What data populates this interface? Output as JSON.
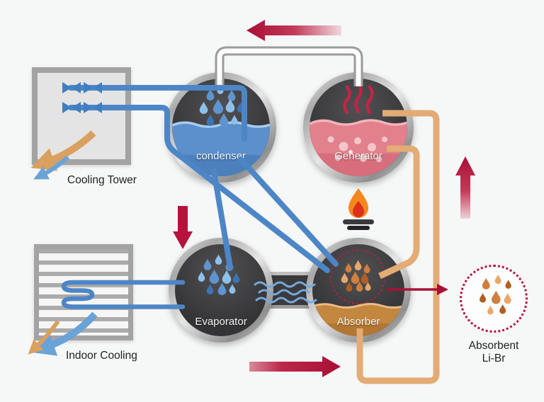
{
  "labels": {
    "cooling_tower": "Cooling Tower",
    "indoor_cooling": "Indoor Cooling",
    "condenser": "condenser",
    "generator": "Generator",
    "evaporator": "Evaporator",
    "absorber": "Absorber",
    "absorbent_line1": "Absorbent",
    "absorbent_line2": "Li-Br"
  },
  "colors": {
    "background": "#f6f7f7",
    "flow_arrow_red": "#b5123c",
    "pipe_blue": "#4d86c6",
    "pipe_orange": "#e3ac74",
    "vapor_pipe_gray": "#9b9b9b",
    "vessel_dark": "#3a3a3c",
    "vessel_rim": "#c9c9c9",
    "condenser_liquid": "#5b90cc",
    "generator_liquid": "#e2808c",
    "absorber_liquid": "#c4873f",
    "flame_outer": "#f5871f",
    "flame_inner": "#dd2f1b",
    "absorbent_dotted_circle": "#b5123c"
  },
  "icons": {
    "water-drop-icon": "blue teardrop shape",
    "absorbent-drop-icon": "orange teardrop shape",
    "flame-icon": "burner flame shape",
    "heat-waves-icon": "red wavy steam lines",
    "fan-icon": "blue bowtie louver triangles",
    "vapor-waves-icon": "light blue wavy lines",
    "warm-air-arrow-icon": "tan curved arrow",
    "cool-air-arrow-icon": "blue curved arrow",
    "flow-arrow-icon": "crimson block arrow"
  }
}
